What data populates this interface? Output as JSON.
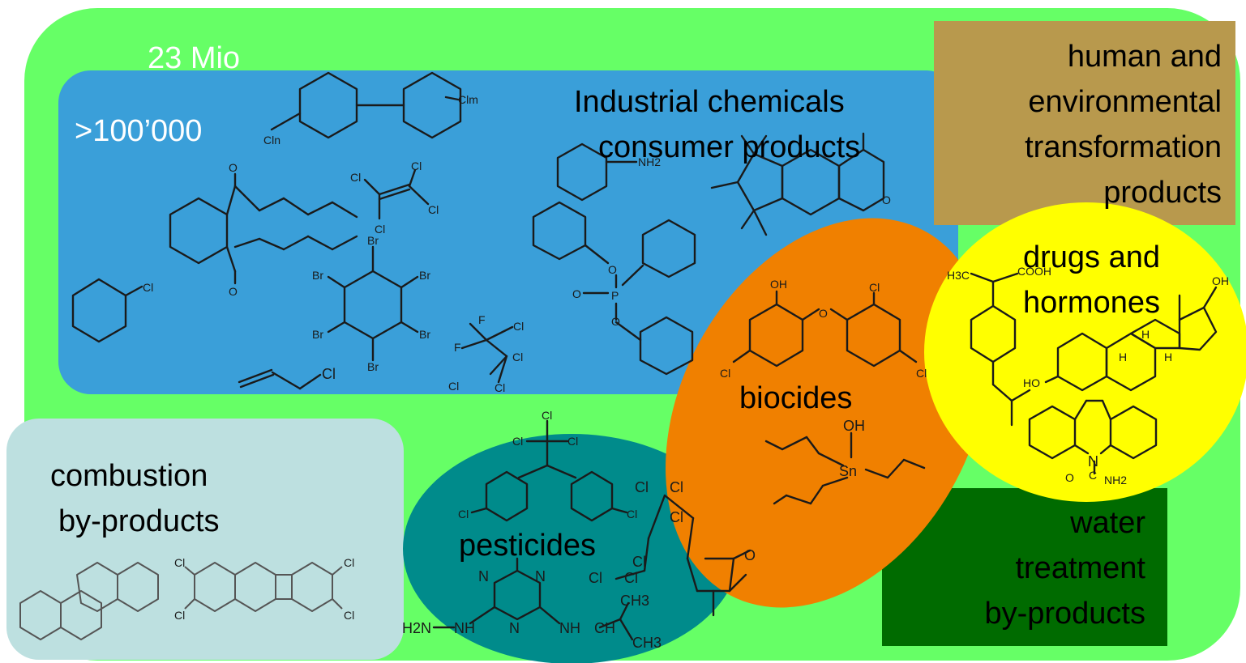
{
  "labels": {
    "total_count": "23 Mio",
    "industrial_count": ">100’000",
    "industrial_line1": "Industrial chemicals",
    "industrial_line2": "consumer products",
    "transformation_line1": "human and",
    "transformation_line2": "environmental",
    "transformation_line3": "transformation",
    "transformation_line4": "products",
    "drugs_line1": "drugs and",
    "drugs_line2": "hormones",
    "biocides": "biocides",
    "pesticides": "pesticides",
    "combustion_line1": "combustion",
    "combustion_line2": "by-products",
    "water_line1": "water",
    "water_line2": "treatment",
    "water_line3": "by-products"
  },
  "atoms": {
    "cl": "Cl",
    "cln": "Cln",
    "clm": "Clm",
    "br": "Br",
    "f": "F",
    "o": "O",
    "p": "P",
    "oh": "OH",
    "ho": "HO",
    "h": "H",
    "sn": "Sn",
    "n": "N",
    "nh": "NH",
    "ch": "CH",
    "ch3": "CH3",
    "nh2": "NH2",
    "c": "C",
    "cooh": "COOH",
    "h3c": "H3C",
    "h2n": "H2N"
  },
  "colors": {
    "green_region": "#66ff66",
    "blue_region": "#3a9fd9",
    "tan_region": "#b8994d",
    "yellow_region": "#ffff00",
    "orange_region": "#f08000",
    "teal_region": "#008b8b",
    "dark_green_region": "#006b00",
    "light_blue_region": "#bde0e0",
    "white_text": "#ffffff"
  }
}
